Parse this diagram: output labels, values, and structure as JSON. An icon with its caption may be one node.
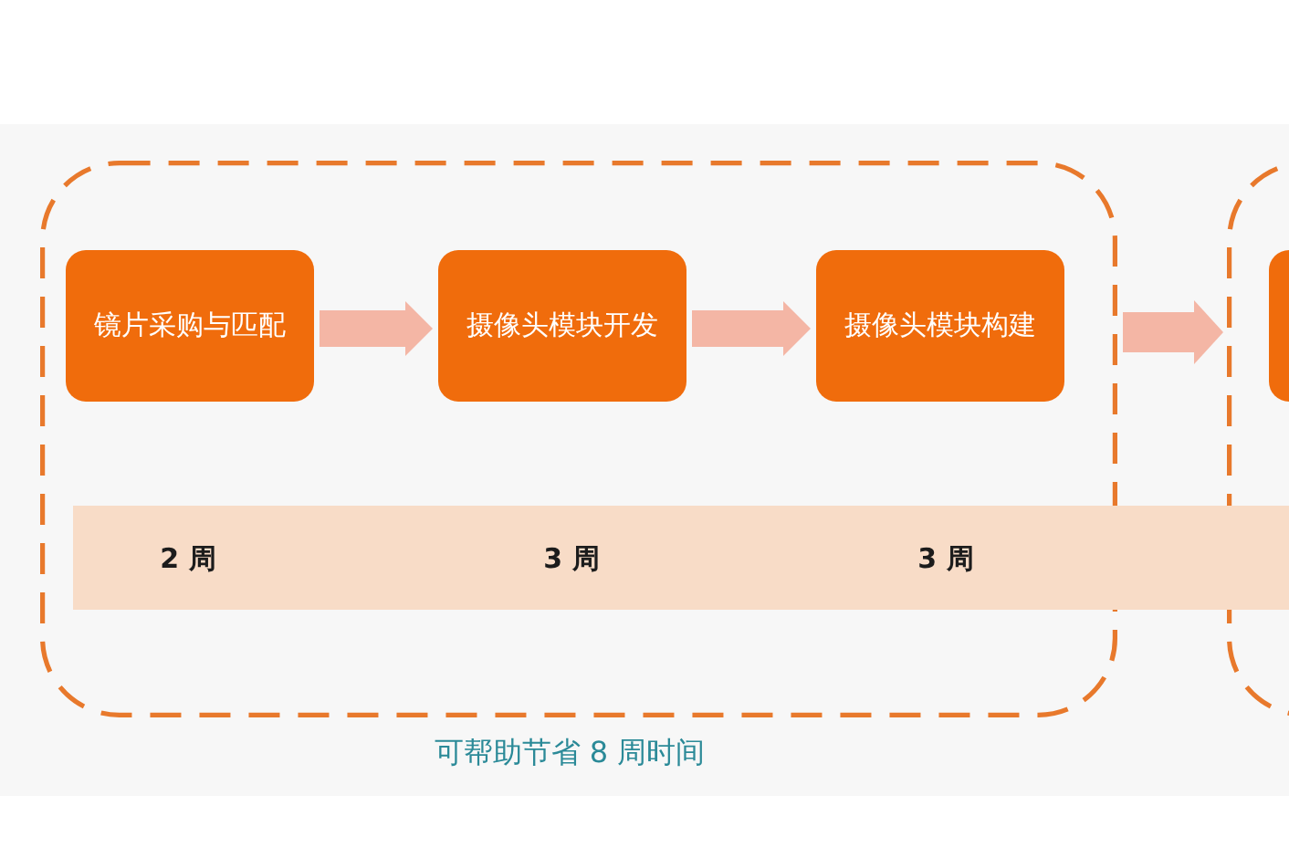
{
  "diagram": {
    "nodes": [
      {
        "text": [],
        "shape": "box",
        "beside": [
          "可帮助节省 8 周时间"
        ]
      },
      {
        "text": [
          "镜片采购与匹配"
        ],
        "in": 0
      },
      {
        "text": [
          "摄像头模块开发"
        ],
        "in": 0
      },
      {
        "text": [
          "摄像头模块构建"
        ],
        "in": 0
      },
      {
        "text": [],
        "shape": "box"
      },
      {
        "text": [],
        "shape": "box",
        "in": 4
      },
      {
        "text": [
          "2 周",
          "3 周",
          "3 周"
        ]
      }
    ],
    "edges": [
      {
        "from": 1,
        "to": 2,
        "arrow": "to"
      },
      {
        "from": 2,
        "to": 3,
        "arrow": "to"
      },
      {
        "from": 0,
        "to": 4,
        "arrow": "to"
      }
    ]
  }
}
